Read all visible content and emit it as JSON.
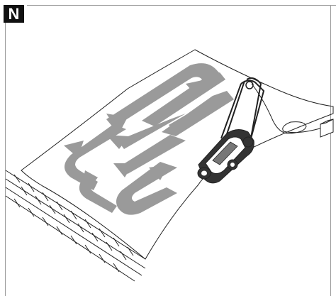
{
  "figure": {
    "label": "N"
  },
  "colors": {
    "frame_line": "#9a9a9a",
    "label_bg": "#111111",
    "label_fg": "#ffffff",
    "path_arrows": "#9a9a9a",
    "outline": "#222222",
    "mower_body": "#333333"
  },
  "icons": {
    "illustration": "lawn-mowing-pattern",
    "machine": "electric-lawn-mower-icon",
    "cable": "power-cable",
    "outlet": "power-socket-icon",
    "border": "brick-edging"
  }
}
